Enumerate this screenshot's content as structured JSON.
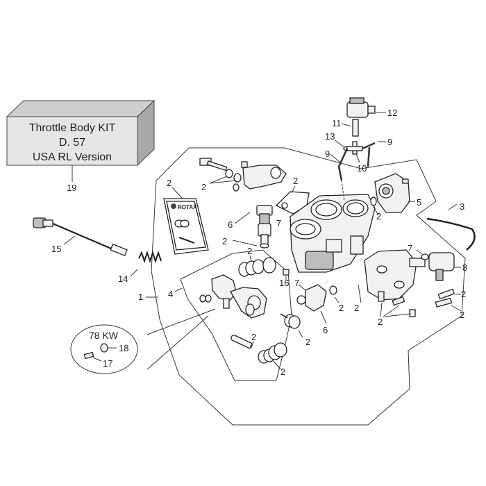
{
  "kit_box": {
    "line1": "Throttle Body KIT",
    "line2": "D. 57",
    "line3": "USA RL Version"
  },
  "variant_label": "78 KW",
  "brand_label": "ROTAX",
  "callouts": {
    "c1": "1",
    "c2": "2",
    "c3": "3",
    "c4": "4",
    "c5": "5",
    "c6": "6",
    "c7": "7",
    "c8": "8",
    "c9": "9",
    "c10": "10",
    "c11": "11",
    "c12": "12",
    "c13": "13",
    "c14": "14",
    "c15": "15",
    "c16": "16",
    "c17": "17",
    "c18": "18",
    "c19": "19"
  }
}
